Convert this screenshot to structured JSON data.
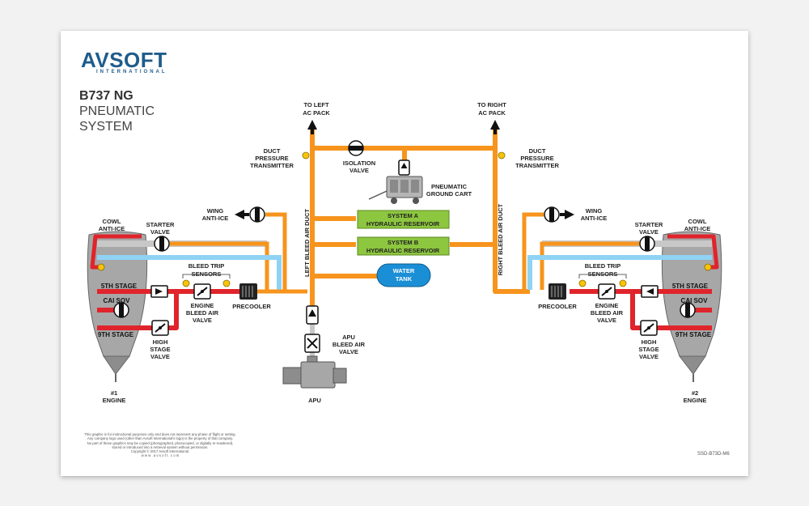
{
  "brand": {
    "name": "AVSOFT",
    "sub": "INTERNATIONAL"
  },
  "title": {
    "line1": "B737 NG",
    "line2": "PNEUMATIC",
    "line3": "SYSTEM"
  },
  "labels": {
    "to_left_ac_pack_1": "TO LEFT",
    "to_left_ac_pack_2": "AC PACK",
    "to_right_ac_pack_1": "TO RIGHT",
    "to_right_ac_pack_2": "AC PACK",
    "duct_pressure_1": "DUCT",
    "duct_pressure_2": "PRESSURE",
    "duct_pressure_3": "TRANSMITTER",
    "isolation_valve_1": "ISOLATION",
    "isolation_valve_2": "VALVE",
    "pneumatic_cart_1": "PNEUMATIC",
    "pneumatic_cart_2": "GROUND CART",
    "wing_anti_ice_1": "WING",
    "wing_anti_ice_2": "ANTI-ICE",
    "cowl_anti_ice_1": "COWL",
    "cowl_anti_ice_2": "ANTI-ICE",
    "starter_valve_1": "STARTER",
    "starter_valve_2": "VALVE",
    "bleed_trip_1": "BLEED TRIP",
    "bleed_trip_2": "SENSORS",
    "fifth_stage": "5TH STAGE",
    "cai_sov": "CAI SOV",
    "ninth_stage": "9TH STAGE",
    "engine_bleed_1": "ENGINE",
    "engine_bleed_2": "BLEED AIR",
    "engine_bleed_3": "VALVE",
    "high_stage_1": "HIGH",
    "high_stage_2": "STAGE",
    "high_stage_3": "VALVE",
    "precooler": "PRECOOLER",
    "left_duct": "LEFT BLEED AIR DUCT",
    "right_duct": "RIGHT BLEED AIR DUCT",
    "system_a_1": "SYSTEM A",
    "system_a_2": "HYDRAULIC RESERVOIR",
    "system_b_1": "SYSTEM B",
    "system_b_2": "HYDRAULIC RESERVOIR",
    "water_tank_1": "WATER",
    "water_tank_2": "TANK",
    "apu_valve_1": "APU",
    "apu_valve_2": "BLEED AIR",
    "apu_valve_3": "VALVE",
    "apu": "APU",
    "engine1_1": "#1",
    "engine1_2": "ENGINE",
    "engine2_1": "#2",
    "engine2_2": "ENGINE"
  },
  "disclaimer": [
    "This graphic is for instructional purposes only and does not represent any phase of flight or setting.",
    "Any company logo used (other than Avsoft International's logo) is the property of that company.",
    "No part of these graphics may be copied (photographed, photocopied, or digitally re-mastered),",
    "stored or introduced into a retrieval system without permission.",
    "Copyright © 2017 Avsoft International.",
    "w w w . a v s o f t . c o m"
  ],
  "doc_code": "SSD-B73D-M6",
  "colors": {
    "bleed_orange": "#f7941d",
    "hot_red": "#e0242b",
    "cool_blue": "#8fd3f4",
    "starter_gray": "#c8c8c8",
    "reservoir_green": "#8dc63f",
    "water_blue": "#1b8fd6",
    "engine_gray": "#9e9e9e",
    "sensor_yellow": "#f8c40a",
    "brand_blue": "#1f5c8b"
  }
}
